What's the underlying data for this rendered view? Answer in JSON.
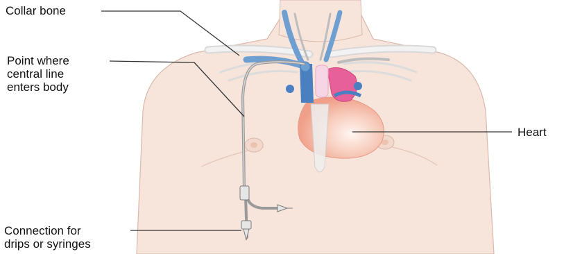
{
  "labels": {
    "collar_bone": "Collar bone",
    "central_line": "Point where\ncentral line\nenters body",
    "heart": "Heart",
    "connection": "Connection for\ndrips or syringes"
  },
  "colors": {
    "skin": "#f7e4da",
    "skin_outline": "#d9b9ab",
    "bone": "#eeeeee",
    "vein": "#6f9fd0",
    "vein_dark": "#4a7fc0",
    "heart": "#f2a792",
    "heart_light": "#fbe2d8",
    "atrium": "#e8609a",
    "line": "#333333",
    "catheter": "#9a9a9a"
  }
}
